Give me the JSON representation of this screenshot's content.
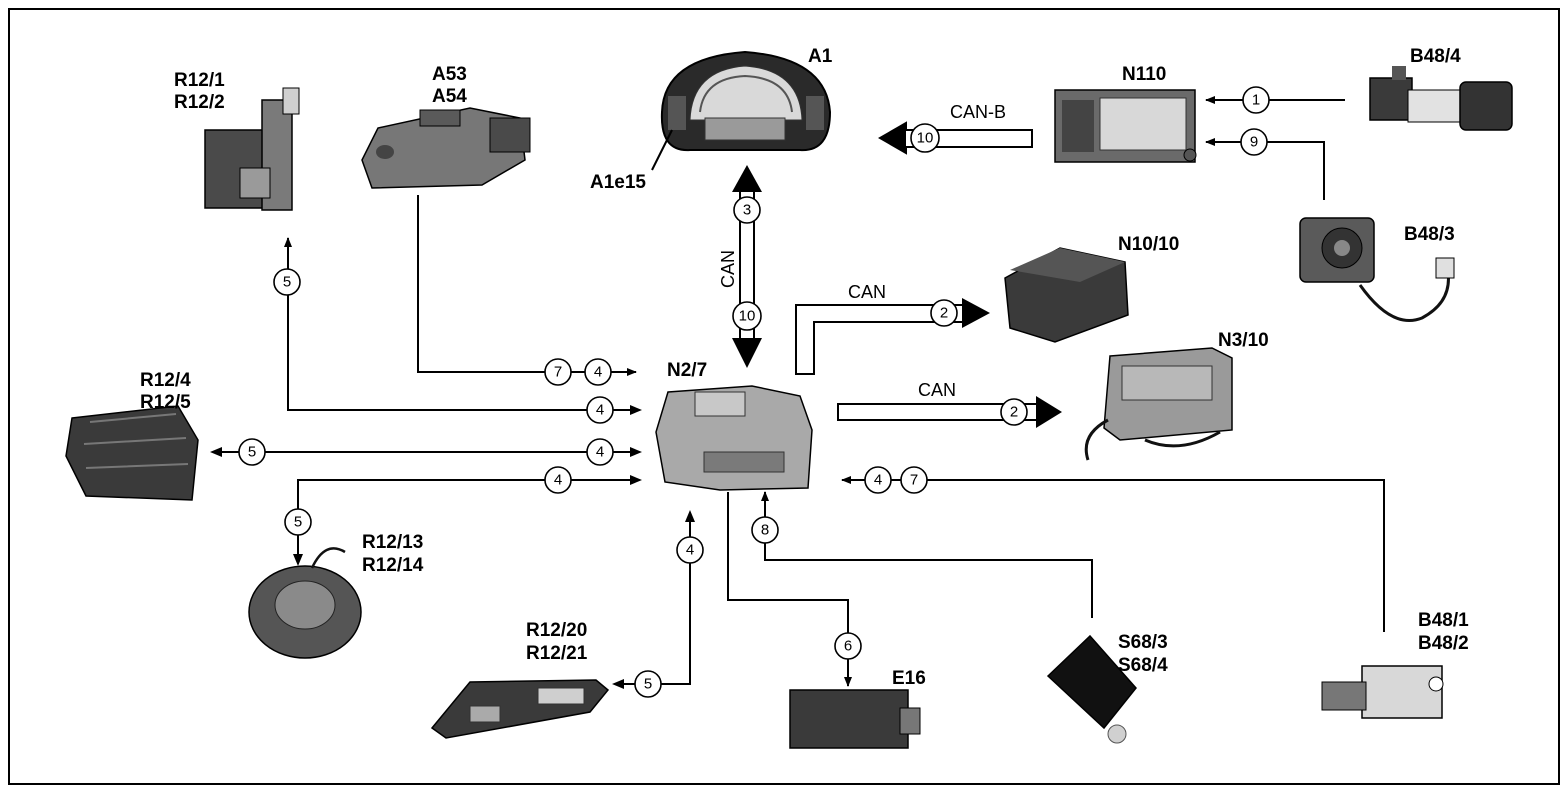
{
  "components": {
    "a1": "A1",
    "a1e15": "A1e15",
    "r12_1": "R12/1",
    "r12_2": "R12/2",
    "a53": "A53",
    "a54": "A54",
    "n110": "N110",
    "b48_4": "B48/4",
    "b48_3": "B48/3",
    "n10_10": "N10/10",
    "n3_10": "N3/10",
    "n2_7": "N2/7",
    "r12_4": "R12/4",
    "r12_5": "R12/5",
    "r12_13": "R12/13",
    "r12_14": "R12/14",
    "r12_20": "R12/20",
    "r12_21": "R12/21",
    "e16": "E16",
    "s68_3": "S68/3",
    "s68_4": "S68/4",
    "b48_1": "B48/1",
    "b48_2": "B48/2"
  },
  "bus_labels": {
    "can_b": "CAN-B",
    "can_vertical": "CAN",
    "can_n10": "CAN",
    "can_n3": "CAN"
  },
  "signal_numbers": {
    "s1": "1",
    "s2": "2",
    "s3": "3",
    "s4": "4",
    "s5": "5",
    "s6": "6",
    "s7": "7",
    "s8": "8",
    "s9": "9",
    "s10": "10"
  }
}
